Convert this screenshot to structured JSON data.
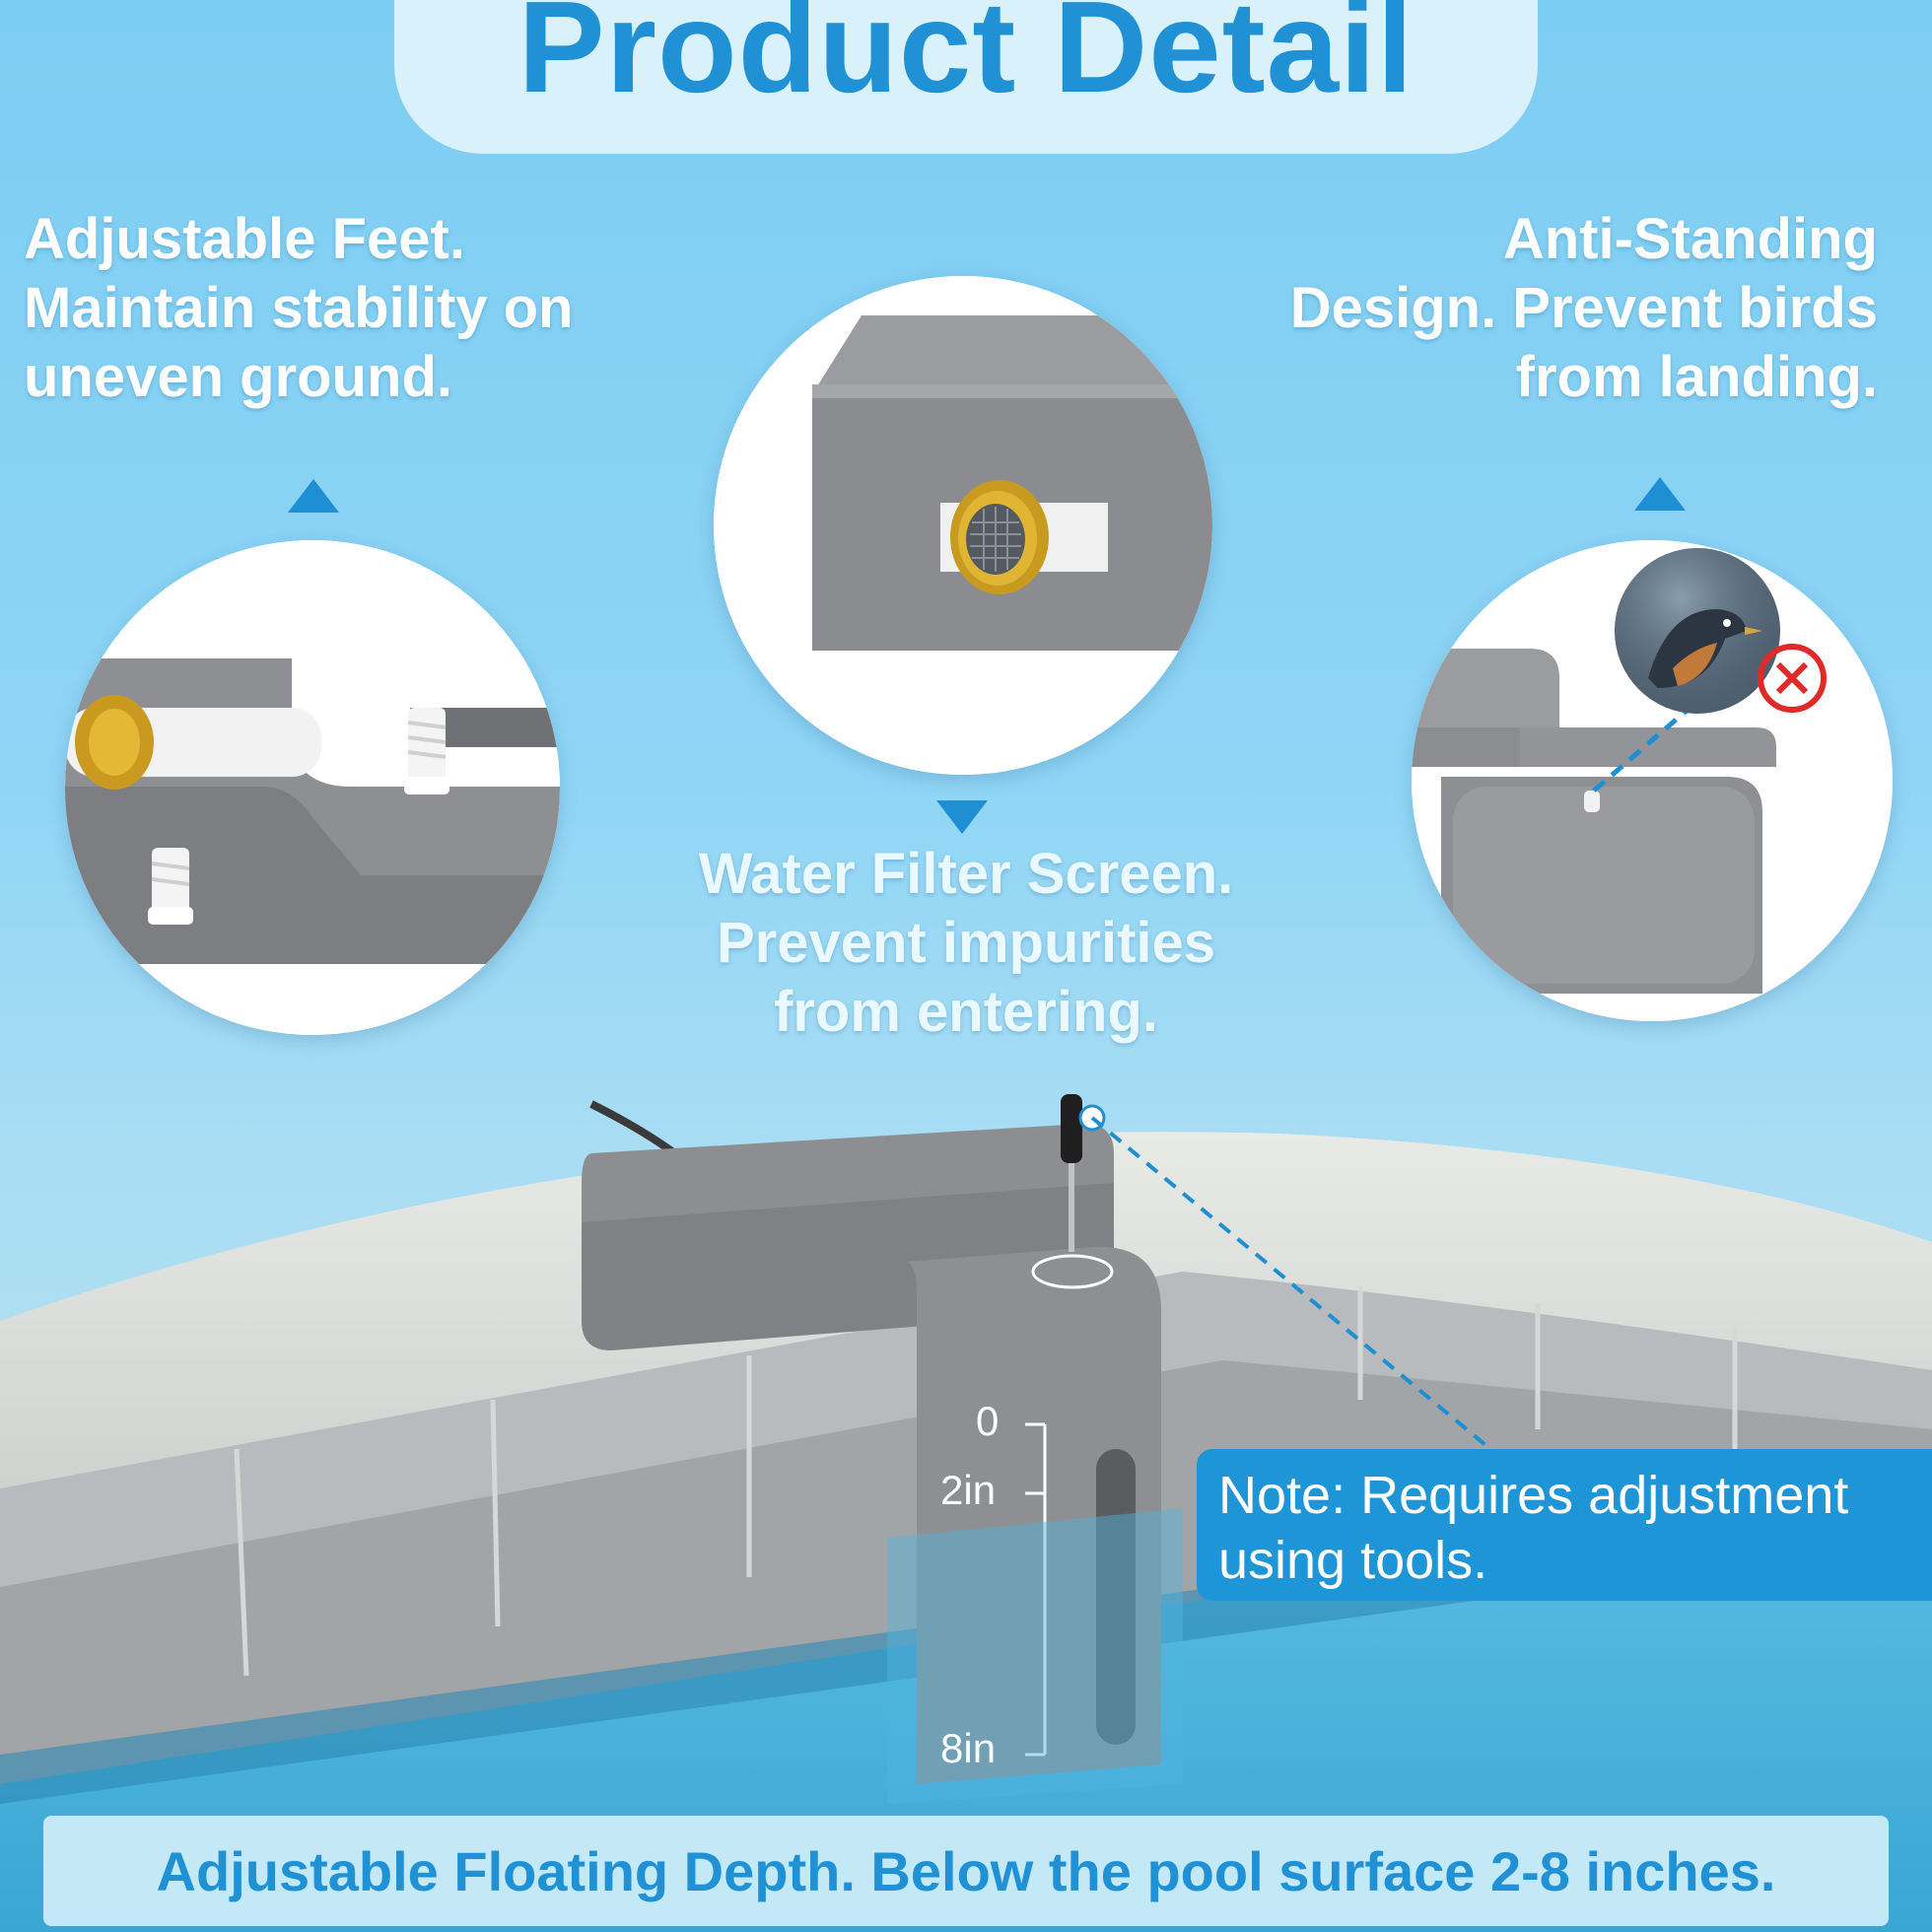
{
  "title": "Product Detail",
  "features": {
    "feet": {
      "lines": [
        "Adjustable Feet.",
        "Maintain stability on",
        "uneven ground."
      ]
    },
    "standing": {
      "lines": [
        "Anti-Standing",
        "Design. Prevent birds",
        "from landing."
      ]
    },
    "filter": {
      "lines": [
        "Water Filter Screen.",
        "Prevent impurities",
        "from entering."
      ]
    }
  },
  "depth_scale": {
    "marks": [
      "0",
      "2in",
      "8in"
    ]
  },
  "note": {
    "lines": [
      "Note: Requires adjustment",
      "using tools."
    ]
  },
  "bottom_caption": "Adjustable Floating Depth. Below the pool surface 2-8 inches.",
  "colors": {
    "accent_blue": "#2191d6",
    "panel_light": "#d9f1fb",
    "note_blue": "#1e95d6",
    "device_gray": "#8c8e91"
  },
  "icons": [
    "triangle-up-icon",
    "triangle-down-icon",
    "no-bird-icon",
    "screwdriver-icon"
  ]
}
